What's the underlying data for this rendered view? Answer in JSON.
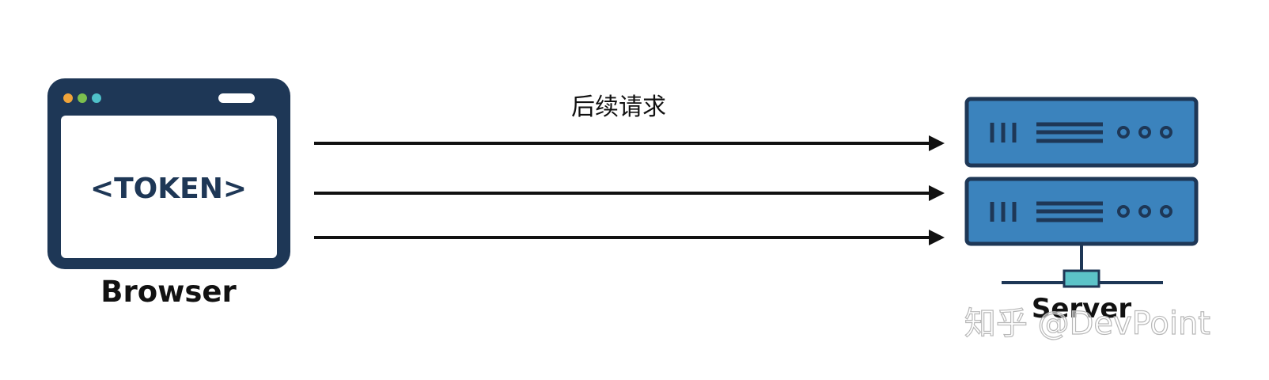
{
  "browser": {
    "token_text": "<TOKEN>",
    "label": "Browser"
  },
  "arrows": {
    "label": "后续请求"
  },
  "server": {
    "label": "Server"
  },
  "watermark": {
    "text": "知乎 @DevPoint"
  },
  "colors": {
    "dark_navy": "#1e3756",
    "server_blue": "#3b83bd",
    "network_teal": "#5cc3c8",
    "dot_orange": "#f0a43a",
    "dot_green": "#7cbf4e",
    "dot_teal": "#4fc1c9",
    "arrow": "#111111",
    "watermark": "#c8c8c8"
  }
}
